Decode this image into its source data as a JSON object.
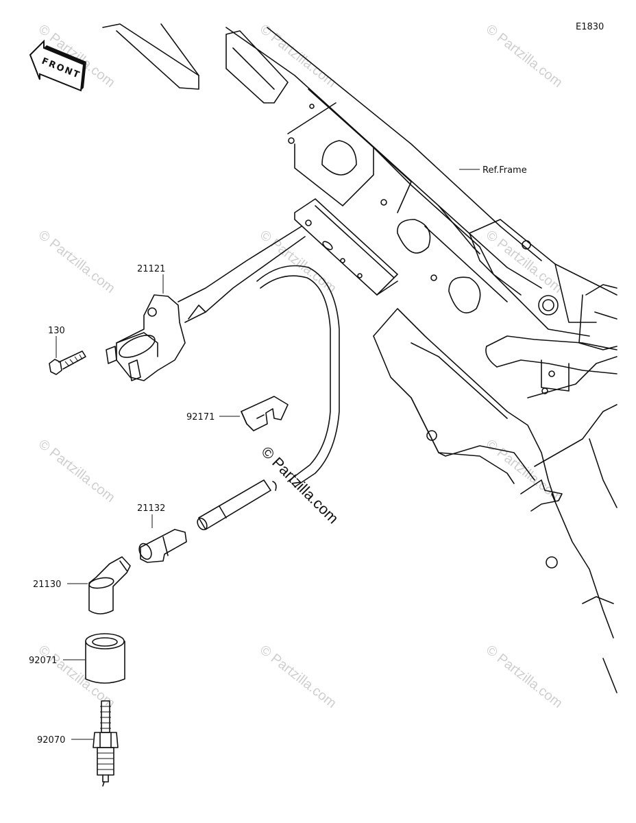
{
  "diagram": {
    "code": "E1830",
    "front_label": "FRONT",
    "reference_label": "Ref.Frame",
    "watermark": "© Partzilla.com",
    "watermark_center": "© Partzilla.com",
    "parts": [
      {
        "id": "p21121",
        "number": "21121"
      },
      {
        "id": "p130",
        "number": "130"
      },
      {
        "id": "p92171",
        "number": "92171"
      },
      {
        "id": "p21132",
        "number": "21132"
      },
      {
        "id": "p21130",
        "number": "21130"
      },
      {
        "id": "p92071",
        "number": "92071"
      },
      {
        "id": "p92070",
        "number": "92070"
      }
    ]
  }
}
